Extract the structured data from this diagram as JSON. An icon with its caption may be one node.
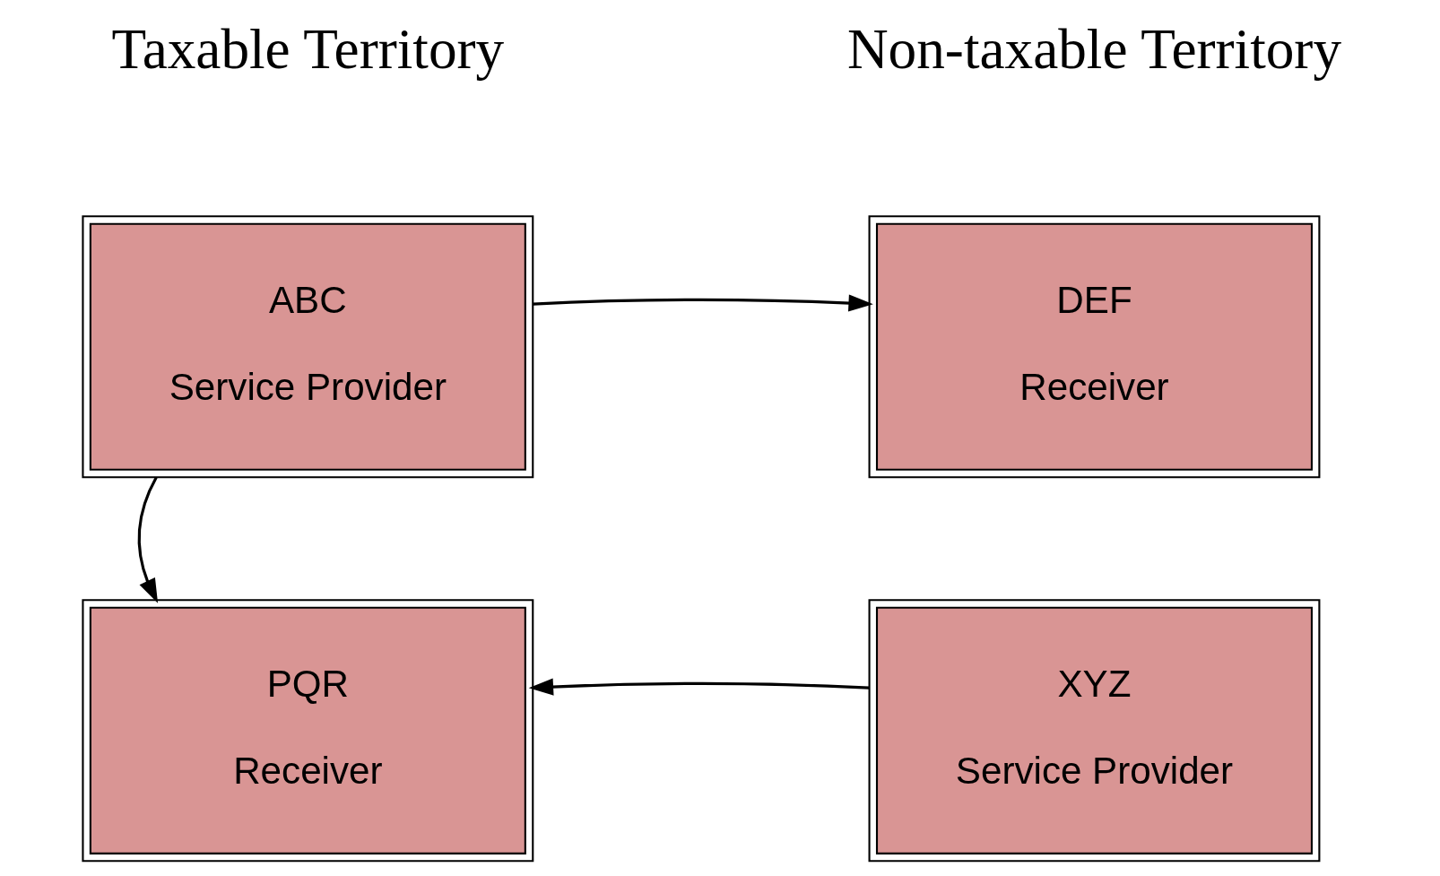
{
  "diagram": {
    "nodes": [
      {
        "text": [
          "ABC",
          "Service Provider"
        ]
      },
      {
        "text": [
          "DEF",
          "Receiver"
        ]
      },
      {
        "text": [
          "PQR",
          "Receiver"
        ]
      },
      {
        "text": [
          "XYZ",
          "Service Provider"
        ]
      }
    ],
    "edges": [
      {
        "from": 0,
        "to": 2,
        "arrow": "to"
      },
      {
        "from": 0,
        "to": 1,
        "arrow": "to"
      },
      {
        "from": 3,
        "to": 2,
        "arrow": "to"
      }
    ],
    "labels": [
      "Taxable Territory",
      "Non-taxable Territory"
    ]
  }
}
